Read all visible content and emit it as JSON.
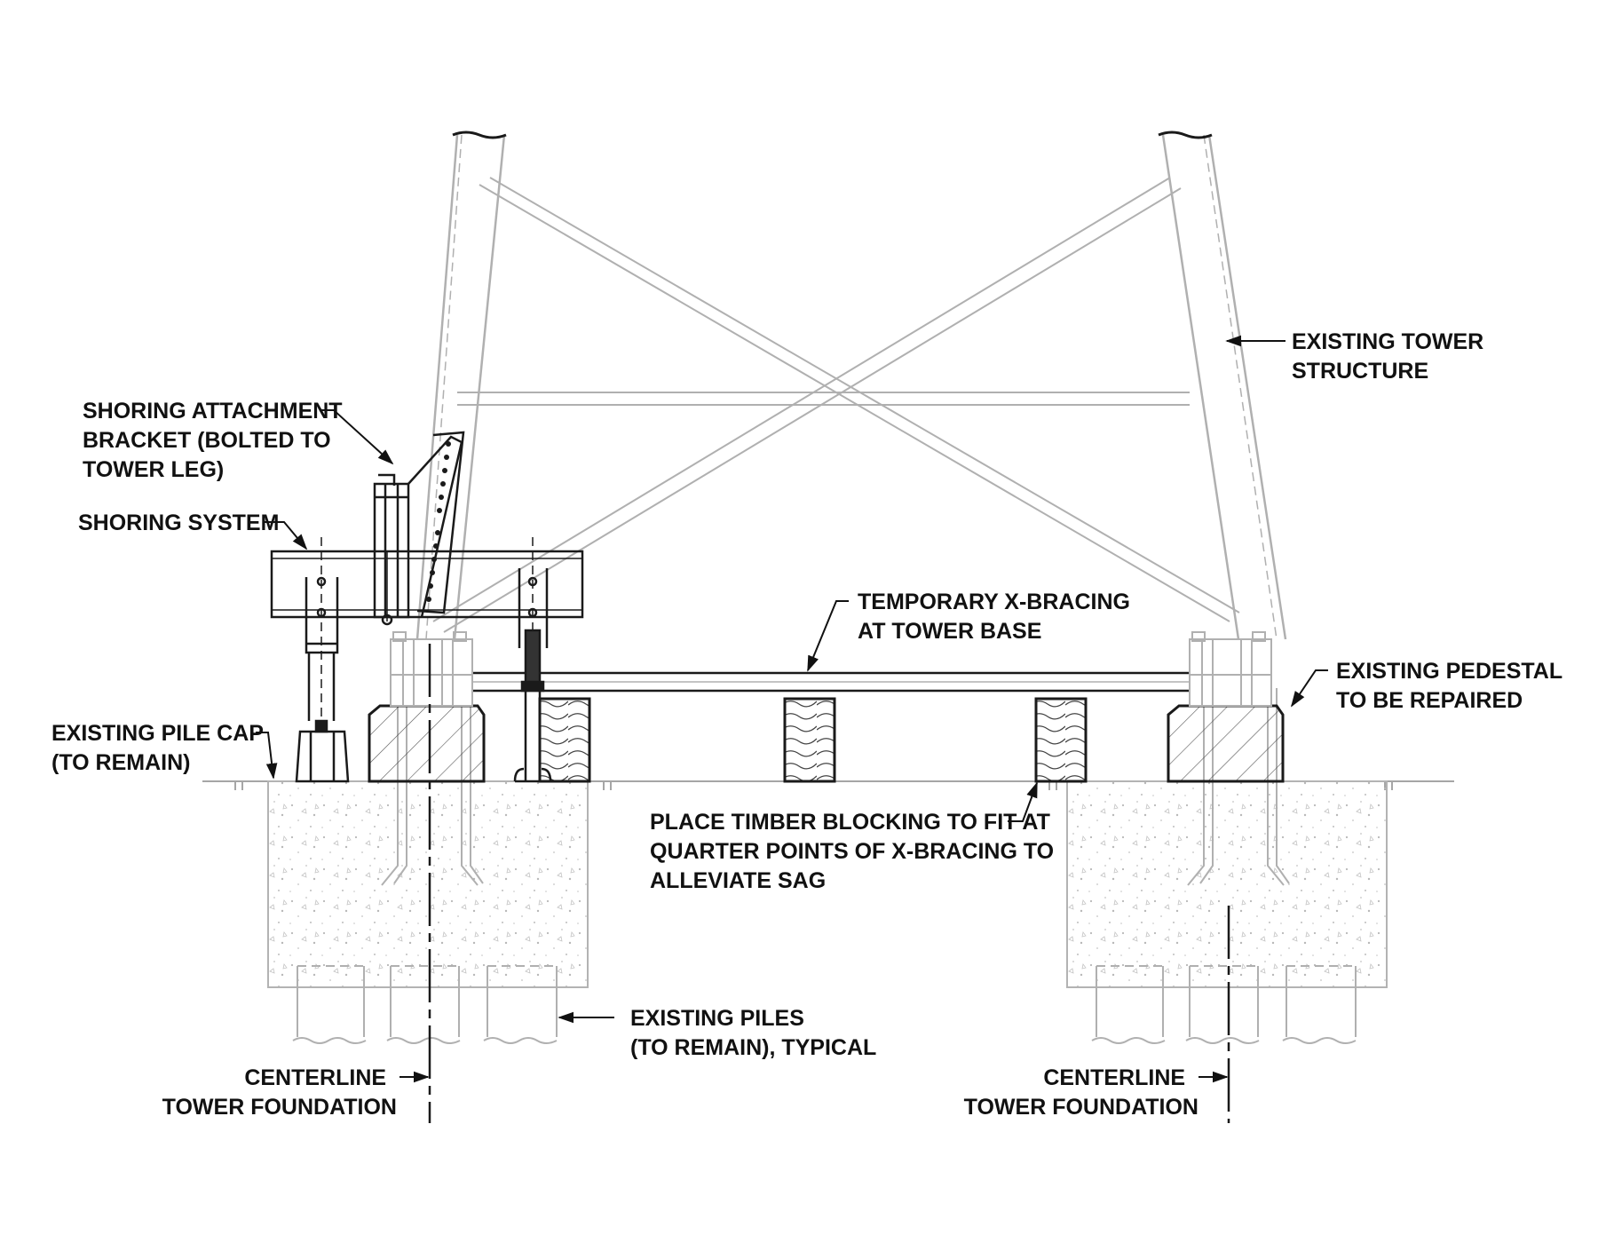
{
  "labels": {
    "shoring_bracket": [
      "SHORING ATTACHMENT",
      "BRACKET (BOLTED TO",
      "TOWER LEG)"
    ],
    "shoring_system": [
      "SHORING SYSTEM"
    ],
    "existing_tower": [
      "EXISTING TOWER",
      "STRUCTURE"
    ],
    "temp_xbracing": [
      "TEMPORARY X-BRACING",
      "AT TOWER BASE"
    ],
    "existing_pedestal": [
      "EXISTING PEDESTAL",
      "TO BE REPAIRED"
    ],
    "existing_pile_cap": [
      "EXISTING PILE CAP",
      "(TO REMAIN)"
    ],
    "timber_blocking": [
      "PLACE TIMBER BLOCKING TO FIT AT",
      "QUARTER POINTS OF X-BRACING TO",
      "ALLEVIATE SAG"
    ],
    "existing_piles": [
      "EXISTING PILES",
      "(TO REMAIN), TYPICAL"
    ],
    "centerline_left": [
      "CENTERLINE",
      "TOWER FOUNDATION"
    ],
    "centerline_right": [
      "CENTERLINE",
      "TOWER FOUNDATION"
    ]
  },
  "colors": {
    "existing_linework": "#b0b0b0",
    "new_linework": "#1a1a1a",
    "text": "#111111",
    "background": "#ffffff"
  }
}
